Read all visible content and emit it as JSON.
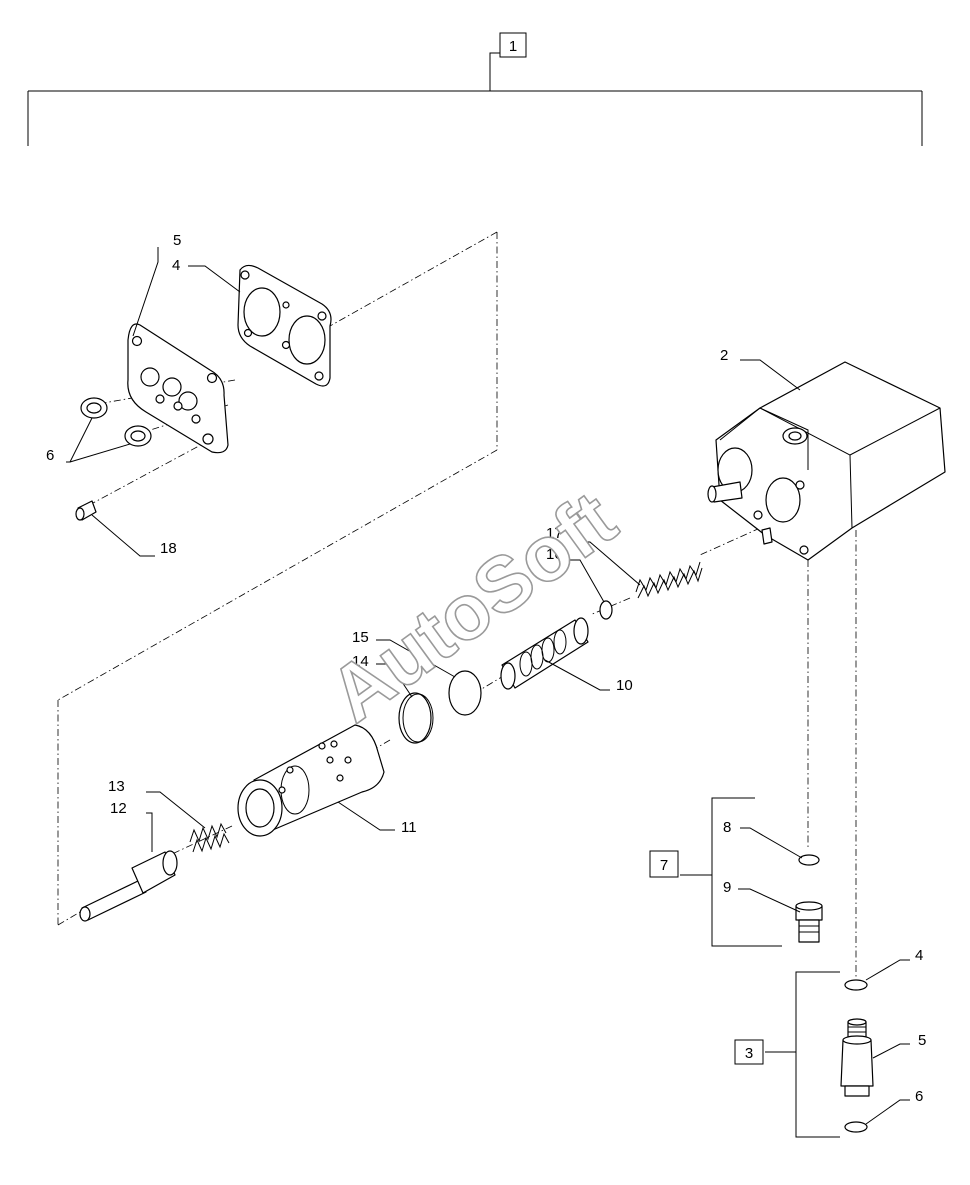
{
  "watermark": "AutoSoft",
  "boxed_labels": {
    "assembly": "1",
    "cartridge": "3",
    "sensor_kit": "7"
  },
  "callouts": {
    "c2": "2",
    "c4_gasket": "4",
    "c5_plate": "5",
    "c6_seals": "6",
    "c18": "18",
    "c17": "17",
    "c16": "16",
    "c15": "15",
    "c14": "14",
    "c10": "10",
    "c11": "11",
    "c13": "13",
    "c12": "12",
    "c8": "8",
    "c9": "9",
    "c4_ring": "4",
    "c5_valve": "5",
    "c6_ring": "6"
  }
}
